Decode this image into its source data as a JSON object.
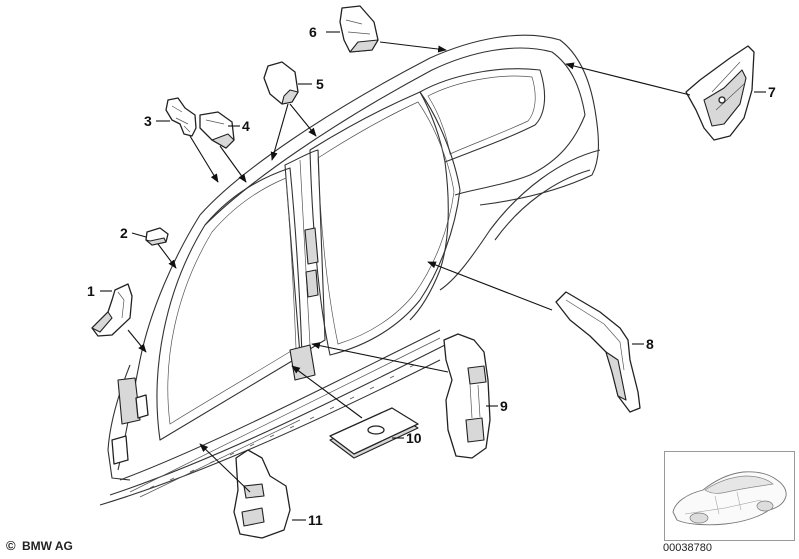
{
  "callouts": [
    {
      "id": 1,
      "label": "1"
    },
    {
      "id": 2,
      "label": "2"
    },
    {
      "id": 3,
      "label": "3"
    },
    {
      "id": 4,
      "label": "4"
    },
    {
      "id": 5,
      "label": "5"
    },
    {
      "id": 6,
      "label": "6"
    },
    {
      "id": 7,
      "label": "7"
    },
    {
      "id": 8,
      "label": "8"
    },
    {
      "id": 9,
      "label": "9"
    },
    {
      "id": 10,
      "label": "10"
    },
    {
      "id": 11,
      "label": "11"
    }
  ],
  "footer": {
    "copyright_symbol": "©",
    "copyright": "BMW AG",
    "diagram_number": "00038780"
  },
  "colors": {
    "line": "#222222",
    "part_shade": "#d8d8d8",
    "background": "#ffffff"
  }
}
